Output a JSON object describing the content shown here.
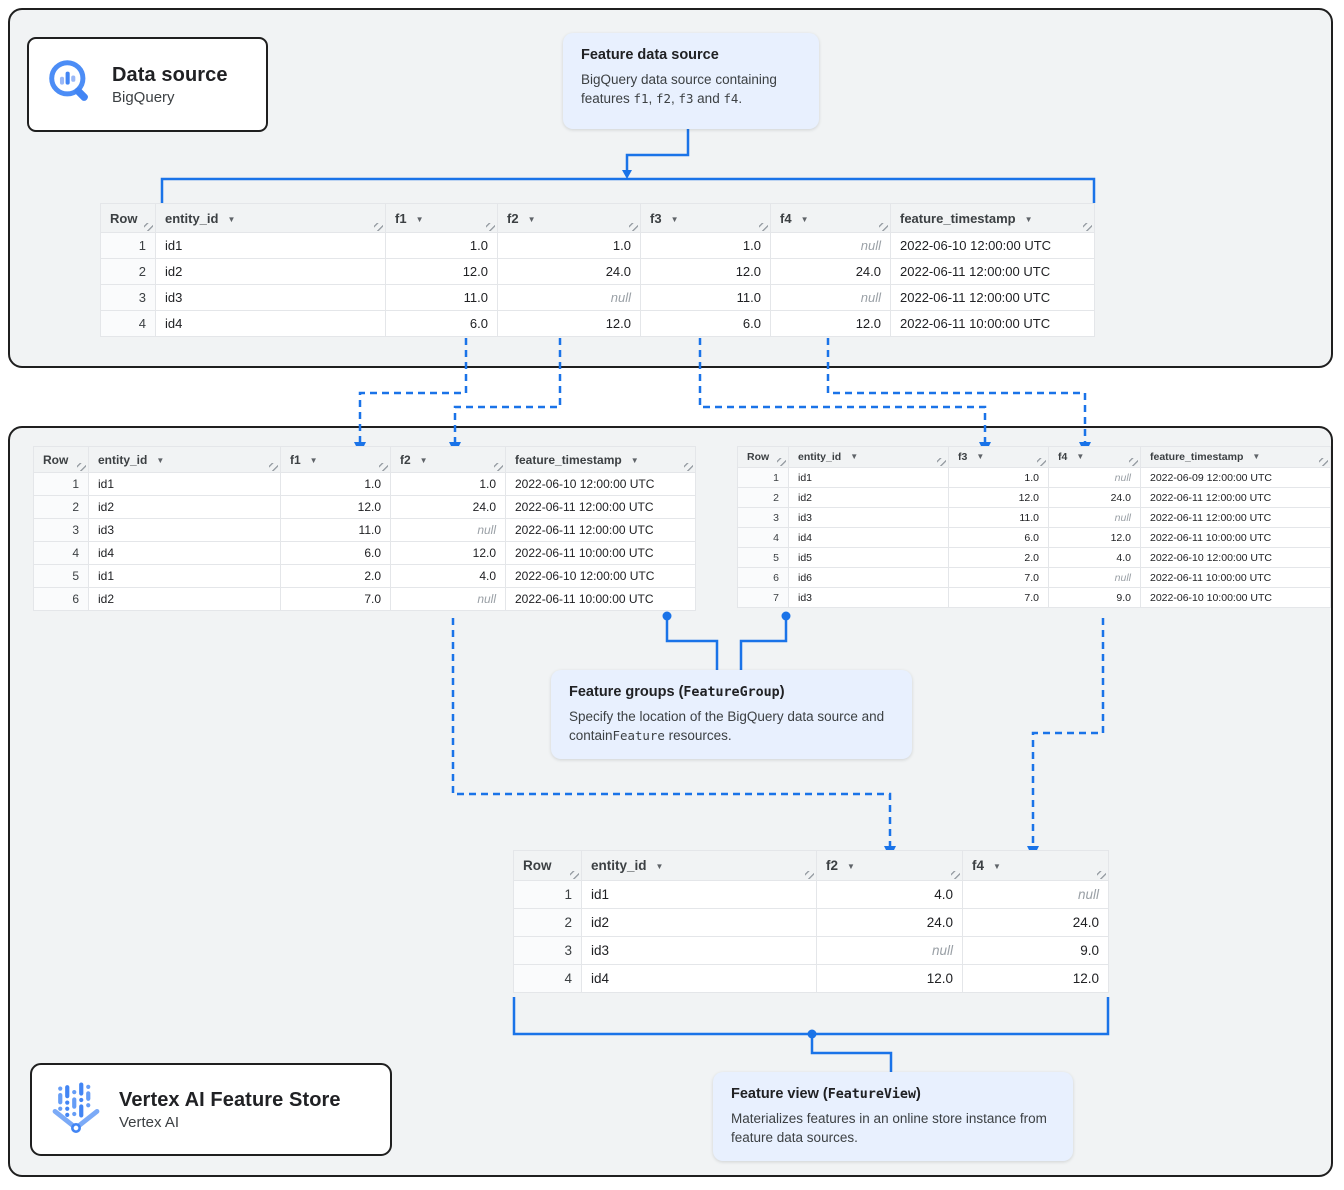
{
  "colors": {
    "accent_blue": "#1a73e8",
    "callout_bg": "#e8f0fe",
    "section_bg": "#f1f3f4",
    "table_header_bg": "#f1f3f4",
    "null_text": "#9aa0a6",
    "card_border": "#1f1f1f"
  },
  "icons": {
    "data_source": "bigquery-magnifier-chart-icon",
    "vertex_store": "vertex-ai-dots-icon",
    "sort": "sort-caret-icon",
    "resize": "column-resize-grip-icon"
  },
  "cards": {
    "data_source": {
      "title": "Data source",
      "subtitle": "BigQuery"
    },
    "vertex": {
      "title": "Vertex AI Feature Store",
      "subtitle": "Vertex AI"
    }
  },
  "callouts": {
    "feature_data_source": {
      "title": [
        {
          "t": "Feature data source"
        }
      ],
      "body": [
        {
          "t": "BigQuery data source containing features "
        },
        {
          "t": "f1",
          "mono": true
        },
        {
          "t": ", "
        },
        {
          "t": "f2",
          "mono": true
        },
        {
          "t": ", "
        },
        {
          "t": "f3",
          "mono": true
        },
        {
          "t": " and "
        },
        {
          "t": "f4",
          "mono": true
        },
        {
          "t": "."
        }
      ]
    },
    "feature_groups": {
      "title": [
        {
          "t": "Feature groups ("
        },
        {
          "t": "FeatureGroup",
          "mono": true
        },
        {
          "t": ")"
        }
      ],
      "body": [
        {
          "t": "Specify the location of the BigQuery data source and contain"
        },
        {
          "t": "Feature",
          "mono": true
        },
        {
          "t": " resources."
        }
      ]
    },
    "feature_view": {
      "title": [
        {
          "t": "Feature view ("
        },
        {
          "t": "FeatureView",
          "mono": true
        },
        {
          "t": ")"
        }
      ],
      "body": [
        {
          "t": "Materializes features in an online store instance from feature data sources."
        }
      ]
    }
  },
  "tables": {
    "source": {
      "columns": [
        {
          "label": "Row",
          "sortable": false,
          "align": "right"
        },
        {
          "label": "entity_id",
          "sortable": true,
          "align": "left"
        },
        {
          "label": "f1",
          "sortable": true,
          "align": "right"
        },
        {
          "label": "f2",
          "sortable": true,
          "align": "right"
        },
        {
          "label": "f3",
          "sortable": true,
          "align": "right"
        },
        {
          "label": "f4",
          "sortable": true,
          "align": "right"
        },
        {
          "label": "feature_timestamp",
          "sortable": true,
          "align": "left"
        }
      ],
      "rows": [
        [
          "1",
          "id1",
          "1.0",
          "1.0",
          "1.0",
          "null",
          "2022-06-10 12:00:00 UTC"
        ],
        [
          "2",
          "id2",
          "12.0",
          "24.0",
          "12.0",
          "24.0",
          "2022-06-11 12:00:00 UTC"
        ],
        [
          "3",
          "id3",
          "11.0",
          "null",
          "11.0",
          "null",
          "2022-06-11 12:00:00 UTC"
        ],
        [
          "4",
          "id4",
          "6.0",
          "12.0",
          "6.0",
          "12.0",
          "2022-06-11 10:00:00 UTC"
        ]
      ]
    },
    "group1": {
      "columns": [
        {
          "label": "Row",
          "sortable": false,
          "align": "right"
        },
        {
          "label": "entity_id",
          "sortable": true,
          "align": "left"
        },
        {
          "label": "f1",
          "sortable": true,
          "align": "right"
        },
        {
          "label": "f2",
          "sortable": true,
          "align": "right"
        },
        {
          "label": "feature_timestamp",
          "sortable": true,
          "align": "left"
        }
      ],
      "rows": [
        [
          "1",
          "id1",
          "1.0",
          "1.0",
          "2022-06-10 12:00:00 UTC"
        ],
        [
          "2",
          "id2",
          "12.0",
          "24.0",
          "2022-06-11 12:00:00 UTC"
        ],
        [
          "3",
          "id3",
          "11.0",
          "null",
          "2022-06-11 12:00:00 UTC"
        ],
        [
          "4",
          "id4",
          "6.0",
          "12.0",
          "2022-06-11 10:00:00 UTC"
        ],
        [
          "5",
          "id1",
          "2.0",
          "4.0",
          "2022-06-10 12:00:00 UTC"
        ],
        [
          "6",
          "id2",
          "7.0",
          "null",
          "2022-06-11 10:00:00 UTC"
        ]
      ]
    },
    "group2": {
      "columns": [
        {
          "label": "Row",
          "sortable": false,
          "align": "right"
        },
        {
          "label": "entity_id",
          "sortable": true,
          "align": "left"
        },
        {
          "label": "f3",
          "sortable": true,
          "align": "right"
        },
        {
          "label": "f4",
          "sortable": true,
          "align": "right"
        },
        {
          "label": "feature_timestamp",
          "sortable": true,
          "align": "left"
        }
      ],
      "rows": [
        [
          "1",
          "id1",
          "1.0",
          "null",
          "2022-06-09 12:00:00 UTC"
        ],
        [
          "2",
          "id2",
          "12.0",
          "24.0",
          "2022-06-11 12:00:00 UTC"
        ],
        [
          "3",
          "id3",
          "11.0",
          "null",
          "2022-06-11 12:00:00 UTC"
        ],
        [
          "4",
          "id4",
          "6.0",
          "12.0",
          "2022-06-11 10:00:00 UTC"
        ],
        [
          "5",
          "id5",
          "2.0",
          "4.0",
          "2022-06-10 12:00:00 UTC"
        ],
        [
          "6",
          "id6",
          "7.0",
          "null",
          "2022-06-11 10:00:00 UTC"
        ],
        [
          "7",
          "id3",
          "7.0",
          "9.0",
          "2022-06-10 10:00:00 UTC"
        ]
      ]
    },
    "view": {
      "columns": [
        {
          "label": "Row",
          "sortable": false,
          "align": "right"
        },
        {
          "label": "entity_id",
          "sortable": true,
          "align": "left"
        },
        {
          "label": "f2",
          "sortable": true,
          "align": "right"
        },
        {
          "label": "f4",
          "sortable": true,
          "align": "right"
        }
      ],
      "rows": [
        [
          "1",
          "id1",
          "4.0",
          "null"
        ],
        [
          "2",
          "id2",
          "24.0",
          "24.0"
        ],
        [
          "3",
          "id3",
          "null",
          "9.0"
        ],
        [
          "4",
          "id4",
          "12.0",
          "12.0"
        ]
      ]
    }
  }
}
